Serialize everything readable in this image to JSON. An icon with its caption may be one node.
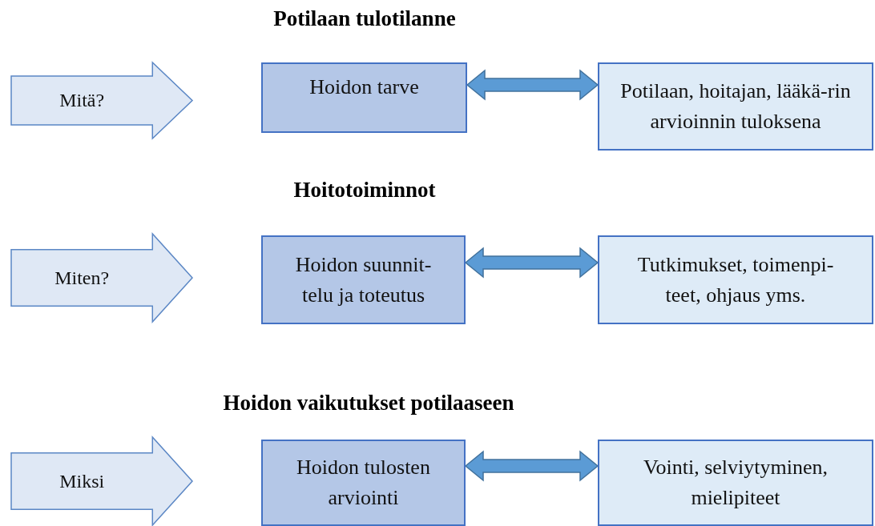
{
  "diagram": {
    "nodes": [
      {
        "text": [
          "Mitä?"
        ]
      },
      {
        "text": [
          "Hoidon tarve"
        ]
      },
      {
        "text": [
          "Potilaan, hoitajan, lääkä-rin arvioinnin tuloksena"
        ]
      },
      {
        "text": [
          "Miten?"
        ]
      },
      {
        "text": [
          "Hoidon suunnit-telu ja toteutus"
        ]
      },
      {
        "text": [
          "Tutkimukset, toimenpi-teet, ohjaus yms."
        ]
      },
      {
        "text": [
          "Miksi"
        ]
      },
      {
        "text": [
          "Hoidon tulosten arviointi"
        ]
      },
      {
        "text": [
          "Vointi, selviytyminen, mielipiteet"
        ]
      }
    ],
    "edges": [
      {
        "from": 1,
        "to": 2,
        "arrow": "both",
        "style": "thick"
      },
      {
        "from": 4,
        "to": 5,
        "arrow": "both",
        "style": "thick"
      },
      {
        "from": 7,
        "to": 8,
        "arrow": "both",
        "style": "thick"
      }
    ],
    "labels": [
      "Potilaan tulotilanne",
      "Hoitotoiminnot",
      "Hoidon vaikutukset potilaaseen"
    ]
  }
}
